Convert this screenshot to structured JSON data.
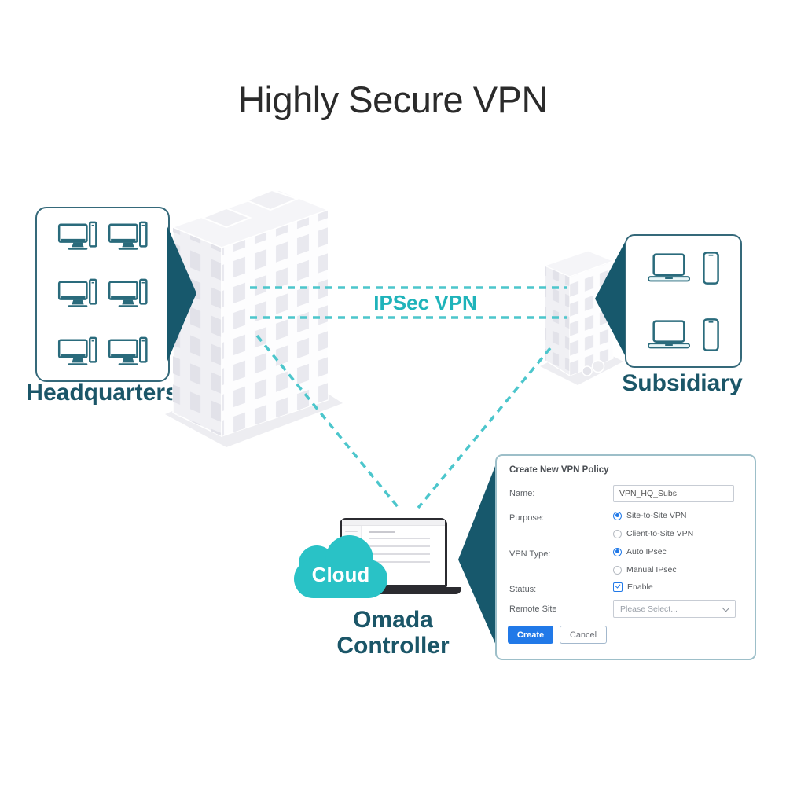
{
  "title": "Highly Secure VPN",
  "colors": {
    "dark_teal": "#17586c",
    "teal_accent": "#1fb3ba",
    "dashed_line": "#4cc6cc",
    "cloud": "#29c2c6",
    "action_blue": "#2179e8"
  },
  "headquarters": {
    "label": "Headquarters",
    "device_count": 6,
    "device_type": "desktop-computer"
  },
  "subsidiary": {
    "label": "Subsidiary",
    "device_types": [
      "laptop",
      "phone",
      "laptop",
      "phone"
    ]
  },
  "tunnel": {
    "label": "IPSec VPN"
  },
  "controller": {
    "cloud_label": "Cloud",
    "name_line1": "Omada",
    "name_line2": "Controller"
  },
  "dialog": {
    "title": "Create New VPN Policy",
    "name": {
      "label": "Name:",
      "value": "VPN_HQ_Subs"
    },
    "purpose": {
      "label": "Purpose:",
      "options": [
        {
          "label": "Site-to-Site VPN",
          "selected": true
        },
        {
          "label": "Client-to-Site VPN",
          "selected": false
        }
      ]
    },
    "vpn_type": {
      "label": "VPN Type:",
      "options": [
        {
          "label": "Auto IPsec",
          "selected": true
        },
        {
          "label": "Manual IPsec",
          "selected": false
        }
      ]
    },
    "status": {
      "label": "Status:",
      "checkbox_label": "Enable",
      "checked": true
    },
    "remote_site": {
      "label": "Remote Site",
      "value": "Please Select..."
    },
    "buttons": {
      "create": "Create",
      "cancel": "Cancel"
    }
  }
}
